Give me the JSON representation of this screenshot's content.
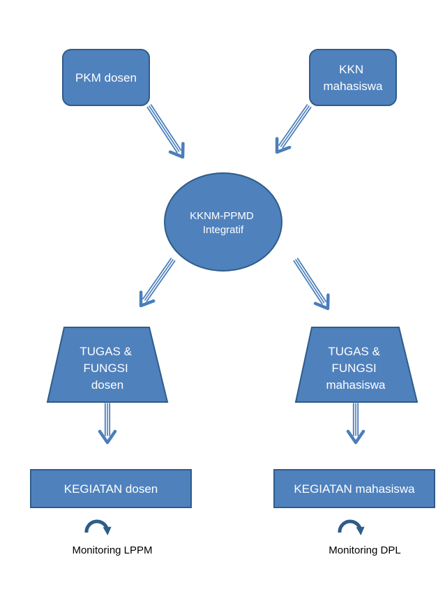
{
  "colors": {
    "node_fill": "#4f81bd",
    "node_stroke": "#2e5c8a",
    "arrow": "#4a7ebb",
    "node_text": "#ffffff",
    "caption_text": "#000000"
  },
  "nodes": {
    "pkm_dosen": {
      "lines": [
        "PKM dosen"
      ]
    },
    "kkn_mahasiswa": {
      "lines": [
        "KKN",
        "mahasiswa"
      ]
    },
    "kknm_ppmd": {
      "lines": [
        "KKNM-PPMD",
        "Integratif"
      ]
    },
    "tugas_dosen": {
      "lines": [
        "TUGAS &",
        "FUNGSI",
        "dosen"
      ]
    },
    "tugas_mahasiswa": {
      "lines": [
        "TUGAS &",
        "FUNGSI",
        "mahasiswa"
      ]
    },
    "kegiatan_dosen": {
      "label": "KEGIATAN dosen"
    },
    "kegiatan_mahasiswa": {
      "label": "KEGIATAN mahasiswa"
    }
  },
  "captions": {
    "monitoring_lppm": "Monitoring LPPM",
    "monitoring_dpl": "Monitoring DPL"
  },
  "icons": {
    "loop": "curved-arrow-icon",
    "connector": "striped-arrow-icon"
  }
}
